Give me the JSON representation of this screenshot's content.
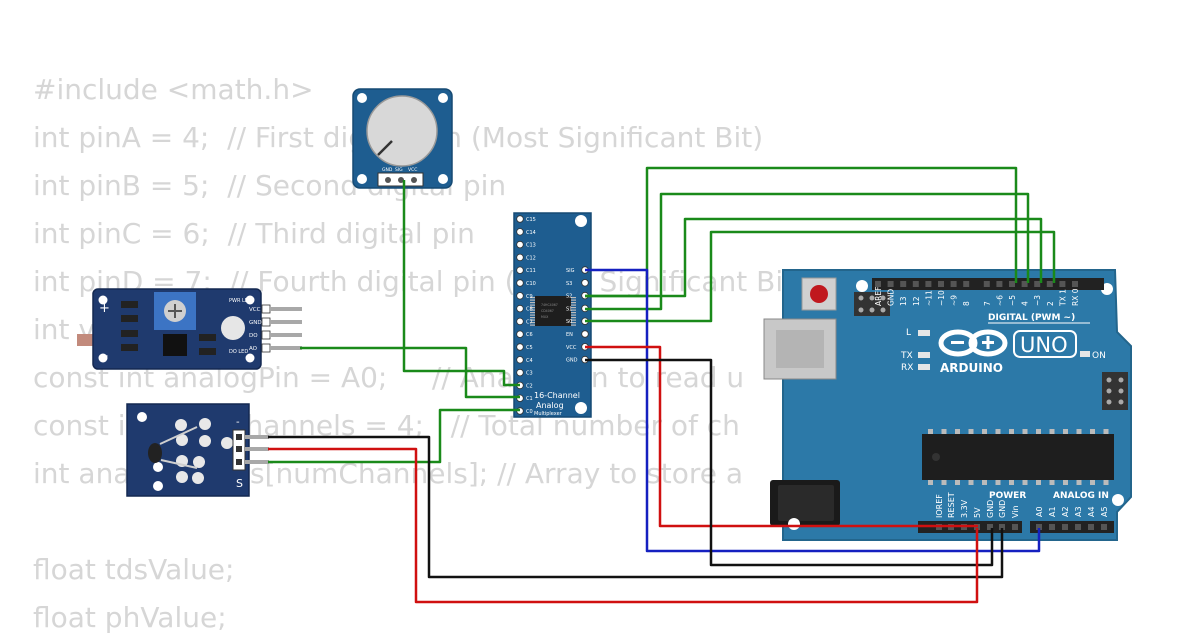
{
  "code_lines": [
    "#include <math.h>",
    "int pinA = 4;  // First digital pin (Most Significant Bit)",
    "int pinB = 5;  // Second digital pin",
    "int pinC = 6;  // Third digital pin",
    "int pinD = 7;  // Fourth digital pin (Least Significant Bit)",
    "int v",
    "const int analogPin = A0;     // Analog pin to read u",
    "const int numChannels = 4;   // Total number of ch",
    "int analogValues[numChannels]; // Array to store a",
    "",
    "float tdsValue;",
    "float phValue;"
  ],
  "potentiometer": {
    "pins": [
      "GND",
      "SIG",
      "VCC"
    ]
  },
  "ldr_module": {
    "pins": [
      "VCC",
      "GND",
      "DO",
      "AO"
    ],
    "leds": [
      "PWR LED",
      "DO LED"
    ],
    "plus": "+",
    "minus": "−"
  },
  "temp_module": {
    "minus": "-",
    "s": "S"
  },
  "mux": {
    "title": "16-Channel",
    "subtitle": "Analog",
    "subtitle2": "Multiplexer",
    "channels": [
      "C15",
      "C14",
      "C13",
      "C12",
      "C11",
      "C10",
      "C9",
      "C8",
      "C7",
      "C6",
      "C5",
      "C4",
      "C3",
      "C2",
      "C1",
      "C0"
    ],
    "right_pins": [
      "SIG",
      "S3",
      "S2",
      "S1",
      "S0",
      "EN",
      "VCC",
      "GND"
    ],
    "chip_text": [
      "74HC4067",
      "CD4067",
      "MUX"
    ]
  },
  "arduino": {
    "brand": "ARDUINO",
    "model": "UNO",
    "digital_label": "DIGITAL (PWM ~)",
    "top_pins": [
      "AREF",
      "GND",
      "13",
      "12",
      "~11",
      "~10",
      "~9",
      "8",
      "7",
      "~6",
      "~5",
      "4",
      "~3",
      "2",
      "TX 1",
      "RX 0"
    ],
    "power_label": "POWER",
    "power_pins": [
      "IOREF",
      "RESET",
      "3.3V",
      "5V",
      "GND",
      "GND",
      "Vin"
    ],
    "analog_label": "ANALOG IN",
    "analog_pins": [
      "A0",
      "A1",
      "A2",
      "A3",
      "A4",
      "A5"
    ],
    "leds": [
      "L",
      "TX",
      "RX",
      "ON"
    ]
  },
  "wire_colors": {
    "signal": "#1a8a1a",
    "power": "#d01010",
    "ground": "#111111",
    "blue": "#1520c0"
  }
}
